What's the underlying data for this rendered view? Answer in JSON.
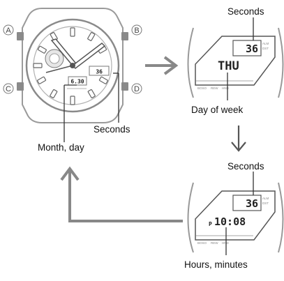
{
  "labels": {
    "seconds_top": "Seconds",
    "day_of_week": "Day of week",
    "seconds_watch": "Seconds",
    "month_day": "Month, day",
    "seconds_bottom": "Seconds",
    "hours_minutes": "Hours, minutes"
  },
  "buttons": {
    "a": "A",
    "b": "B",
    "c": "C",
    "d": "D"
  },
  "watch_face": {
    "seconds": "36",
    "date": "6.30"
  },
  "display_1": {
    "seconds": "36",
    "day": "THU",
    "indicators": [
      "ALM",
      "DST"
    ],
    "bottom_marks": [
      "BOSO",
      "REW",
      "HND"
    ]
  },
  "display_2": {
    "seconds": "36",
    "pm": "P",
    "time": "10:08",
    "indicators": [
      "ALM",
      "DST"
    ],
    "bottom_marks": [
      "BOSO",
      "REW",
      "HND"
    ]
  }
}
